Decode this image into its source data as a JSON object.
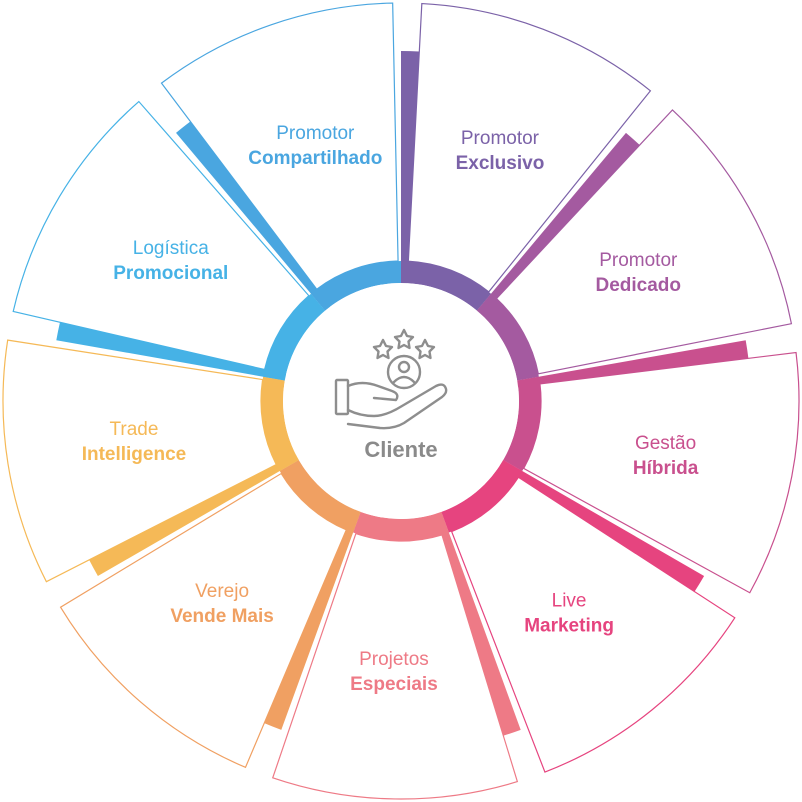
{
  "center": {
    "label": "Cliente",
    "icon": "hand-with-person-and-stars-icon",
    "ring_color": "#9a9a9a",
    "hub_color": "#ffffff"
  },
  "segments": [
    {
      "line1": "Promotor",
      "line2": "Exclusivo",
      "color": "#7b62a8"
    },
    {
      "line1": "Promotor",
      "line2": "Dedicado",
      "color": "#a45aa0"
    },
    {
      "line1": "Gestão",
      "line2": "Híbrida",
      "color": "#c9508e"
    },
    {
      "line1": "Live",
      "line2": "Marketing",
      "color": "#e6447f"
    },
    {
      "line1": "Projetos",
      "line2": "Especiais",
      "color": "#ee7a86"
    },
    {
      "line1": "Verejo",
      "line2": "Vende Mais",
      "color": "#f0a062"
    },
    {
      "line1": "Trade",
      "line2": "Intelligence",
      "color": "#f5b957"
    },
    {
      "line1": "Logística",
      "line2": "Promocional",
      "color": "#46b2e6"
    },
    {
      "line1": "Promotor",
      "line2": "Compartilhado",
      "color": "#4aa6e0"
    }
  ]
}
